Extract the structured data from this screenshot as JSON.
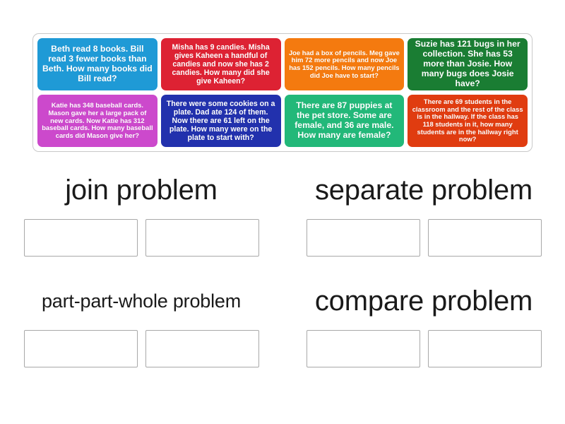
{
  "activity": {
    "type": "group-sort",
    "tile_count": 8,
    "category_count": 4
  },
  "tiles": [
    {
      "id": "tile-1",
      "text": "Beth read 8 books. Bill read 3 fewer books than Beth. How many books did Bill read?",
      "color": "#1f9ad6",
      "size": "fs-lg"
    },
    {
      "id": "tile-2",
      "text": "Misha has 9 candies. Misha gives Kaheen a handful of candies and now she has 2 candies. How many did she give Kaheen?",
      "color": "#dd2233",
      "size": "fs-md"
    },
    {
      "id": "tile-3",
      "text": "Joe had a box of pencils. Meg gave him 72 more pencils and now Joe has 152 pencils. How many pencils did Joe have to start?",
      "color": "#f47a0f",
      "size": "fs-sm"
    },
    {
      "id": "tile-4",
      "text": "Suzie has 121 bugs in her collection. She has 53 more than Josie. How many bugs does Josie have?",
      "color": "#1a7d33",
      "size": "fs-lg"
    },
    {
      "id": "tile-5",
      "text": "Katie has 348 baseball cards. Mason gave her a large pack of new cards. Now Katie has 312 baseball cards. How many baseball cards did Mason give her?",
      "color": "#cc49cc",
      "size": "fs-sm"
    },
    {
      "id": "tile-6",
      "text": "There were some cookies on a plate. Dad ate 124 of them. Now there are 61 left on the plate. How many were on the plate to start with?",
      "color": "#2231ad",
      "size": "fs-md"
    },
    {
      "id": "tile-7",
      "text": "There are 87 puppies at the pet store. Some are female, and 36 are male. How many are female?",
      "color": "#22b879",
      "size": "fs-lg"
    },
    {
      "id": "tile-8",
      "text": "There are 69 students in the classroom and the rest of the class is in the hallway. If the class has 118 students in it, how many students are in the hallway right now?",
      "color": "#e03c10",
      "size": "fs-sm"
    }
  ],
  "categories": [
    {
      "id": "join-problem",
      "label": "join problem",
      "label_size": "big",
      "dropzones": [
        "",
        ""
      ]
    },
    {
      "id": "separate-problem",
      "label": "separate problem",
      "label_size": "big",
      "dropzones": [
        "",
        ""
      ]
    },
    {
      "id": "part-part-whole-problem",
      "label": "part-part-whole problem",
      "label_size": "small",
      "dropzones": [
        "",
        ""
      ]
    },
    {
      "id": "compare-problem",
      "label": "compare problem",
      "label_size": "big",
      "dropzones": [
        "",
        ""
      ]
    }
  ],
  "colors": {
    "page_background": "#ffffff",
    "tray_border": "#c9c9c9",
    "dropzone_border": "#a8a8a8",
    "label_text": "#1a1a1a",
    "tile_text": "#ffffff"
  }
}
